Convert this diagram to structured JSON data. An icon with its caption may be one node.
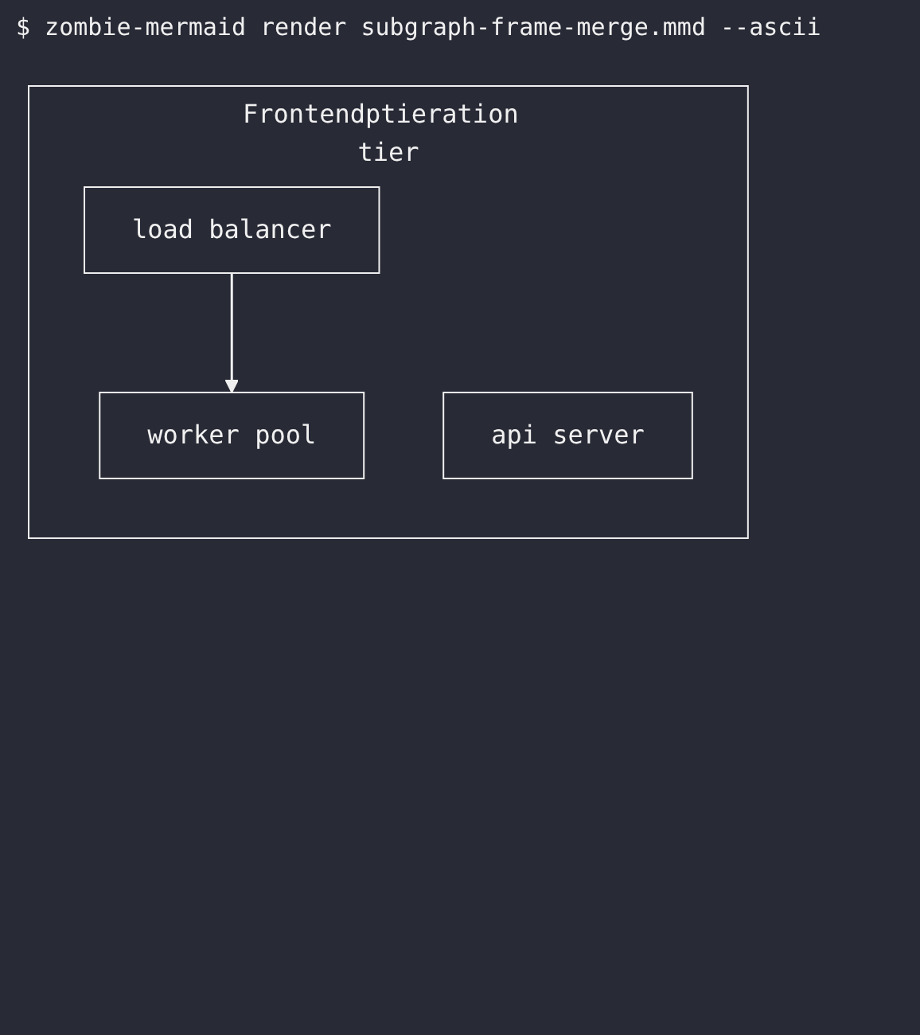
{
  "diagram": {
    "nodes": [
      {
        "text": [
          "Frontendptieration tier"
        ]
      },
      {
        "text": [
          "load balancer"
        ],
        "in": 0
      },
      {
        "text": [
          "api server"
        ],
        "in": 0
      },
      {
        "text": [
          "worker pool"
        ],
        "in": 0
      }
    ],
    "edges": [
      {
        "from": 1,
        "to": 3,
        "arrow": "to"
      }
    ],
    "labels": [
      "$ zombie-mermaid render subgraph-frame-merge.mmd --ascii"
    ]
  }
}
